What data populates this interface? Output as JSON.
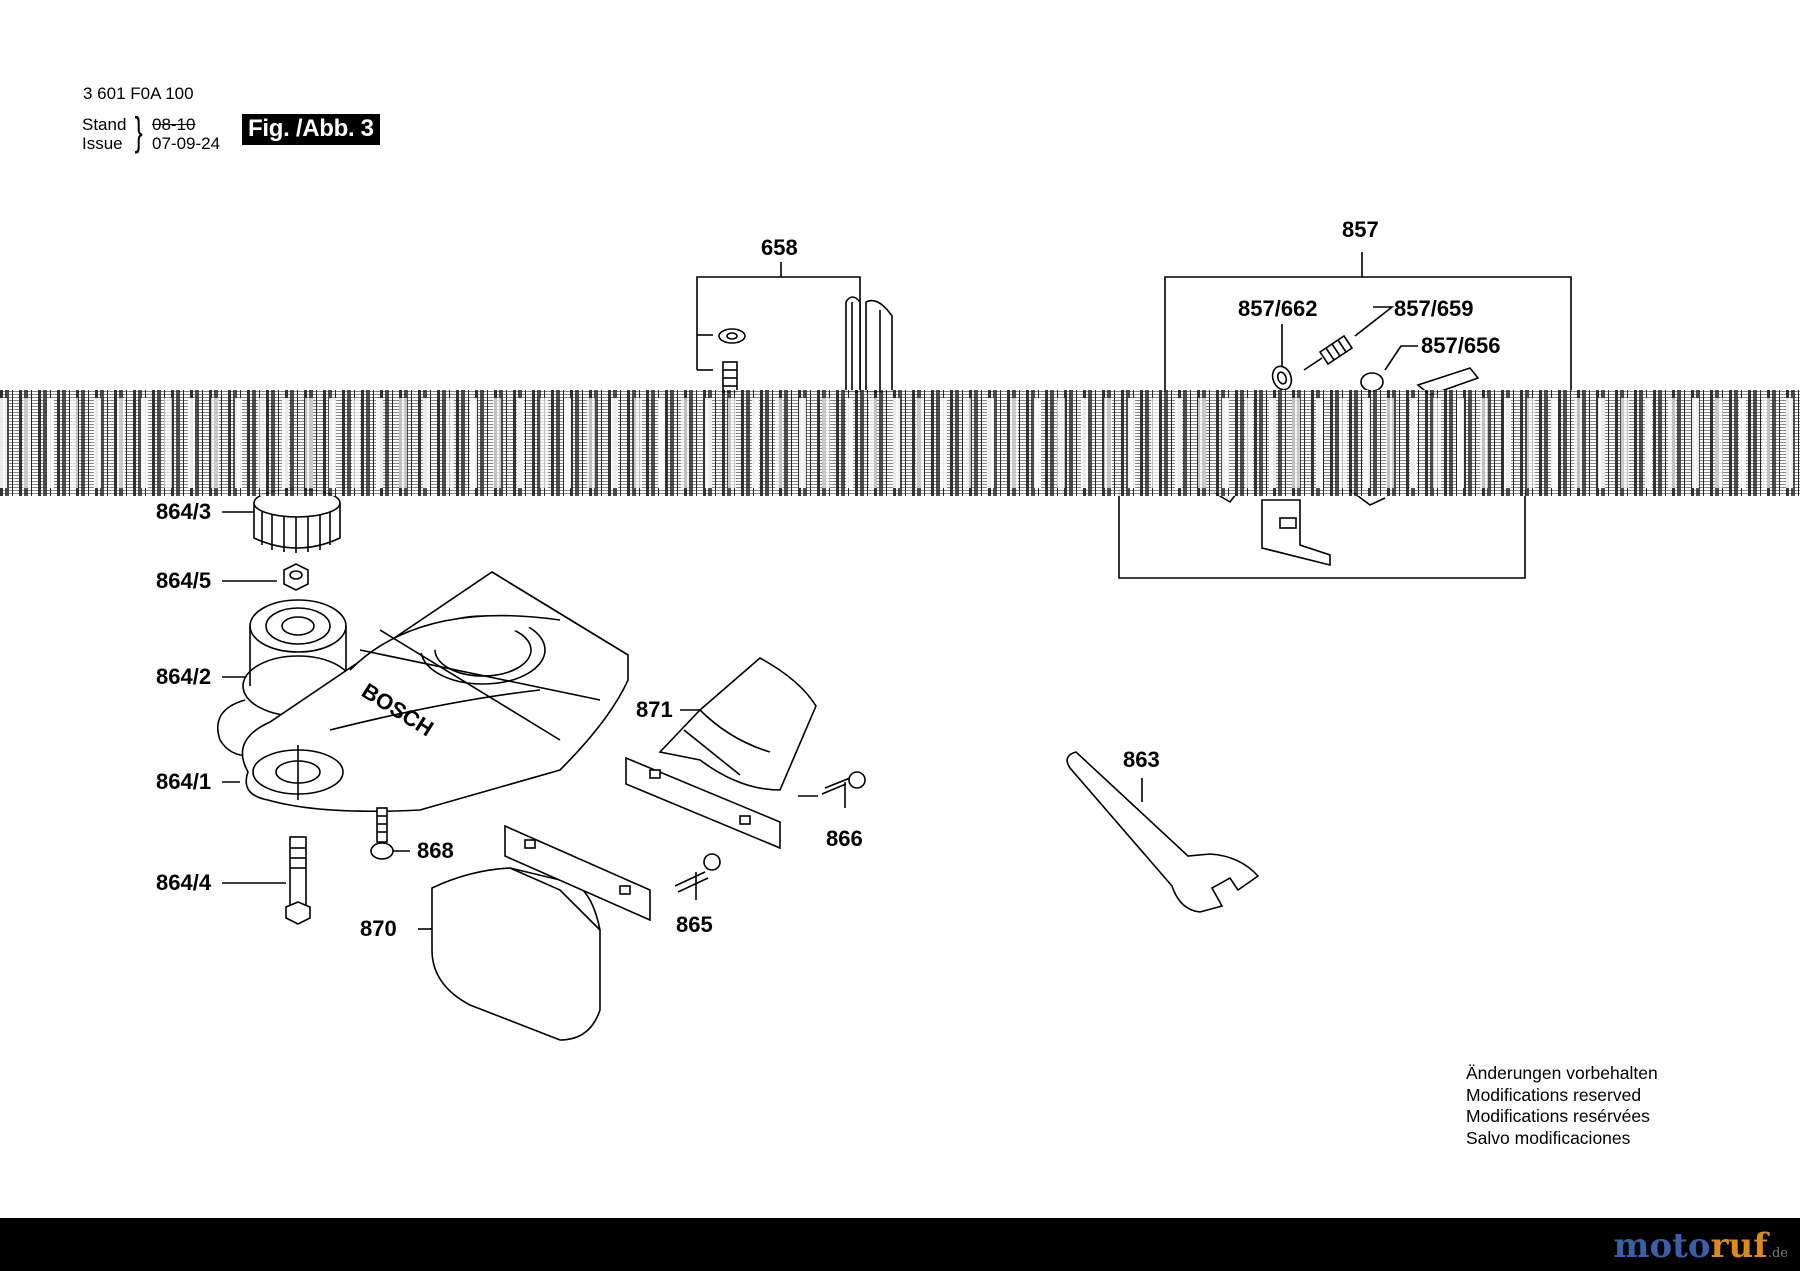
{
  "header": {
    "part_number": "3 601 F0A 100",
    "stand_label": "Stand",
    "issue_label": "Issue",
    "date_old": "08-10",
    "date_new": "07-09-24",
    "fig_label": "Fig. /Abb. 3"
  },
  "labels": {
    "p658": "658",
    "p857": "857",
    "p857_662": "857/662",
    "p857_659": "857/659",
    "p857_656": "857/656",
    "p864_3": "864/3",
    "p864_5": "864/5",
    "p864_2": "864/2",
    "p864_1": "864/1",
    "p864_4": "864/4",
    "p868": "868",
    "p870": "870",
    "p871": "871",
    "p866": "866",
    "p865": "865",
    "p863": "863",
    "base_logo": "BOSCH"
  },
  "notes": [
    "Änderungen vorbehalten",
    "Modifications reserved",
    "Modifications resérvées",
    "Salvo modificaciones"
  ],
  "watermark": {
    "name_a": "moto",
    "name_b": "ruf",
    "suffix": ".de"
  }
}
